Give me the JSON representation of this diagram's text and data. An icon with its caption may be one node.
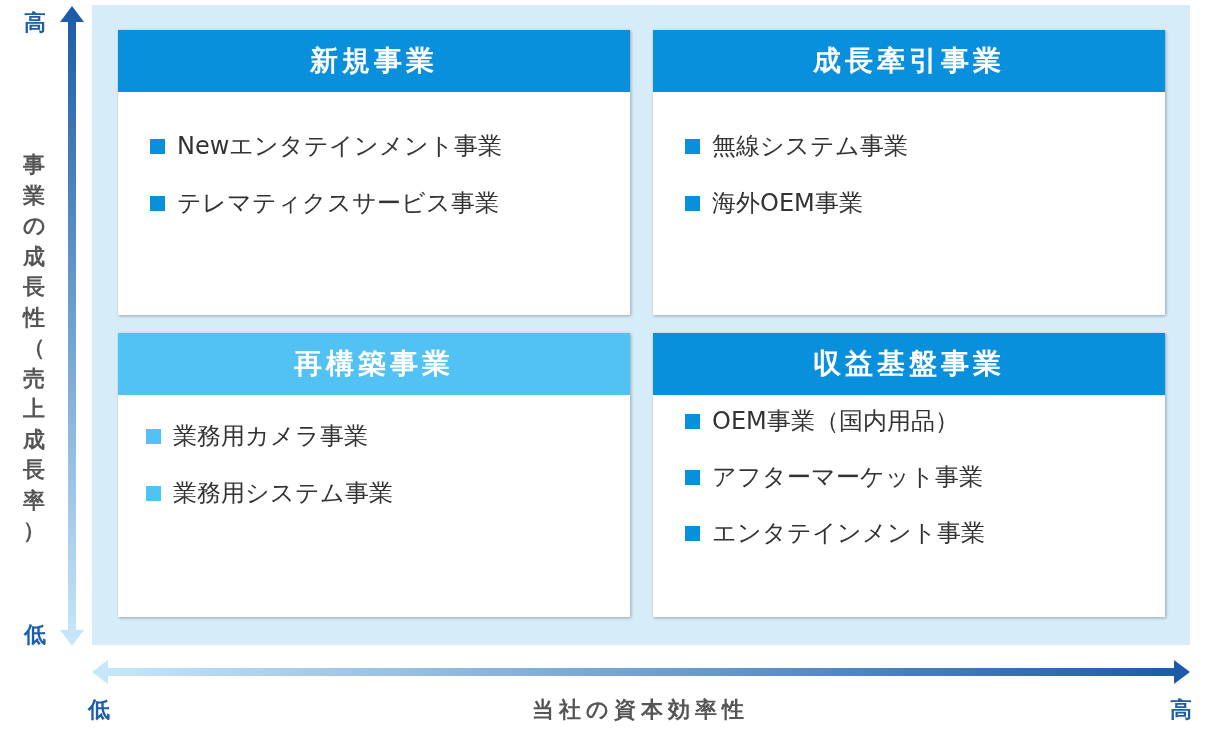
{
  "diagram": {
    "nodes": [
      {
        "text": [
          "新規事業",
          "Newエンタテインメント事業",
          "テレマティクスサービス事業"
        ]
      },
      {
        "text": [
          "成長牽引事業",
          "無線システム事業",
          "海外OEM事業"
        ]
      },
      {
        "text": [
          "再構築事業",
          "業務用カメラ事業",
          "業務用システム事業"
        ]
      },
      {
        "text": [
          "収益基盤事業",
          "OEM事業（国内用品）",
          "アフターマーケット事業",
          "エンタテインメント事業"
        ]
      }
    ],
    "labels": [
      "高",
      "事業の成長性（売上成長率）",
      "低",
      "低",
      "当社の資本効率性",
      "高"
    ]
  }
}
